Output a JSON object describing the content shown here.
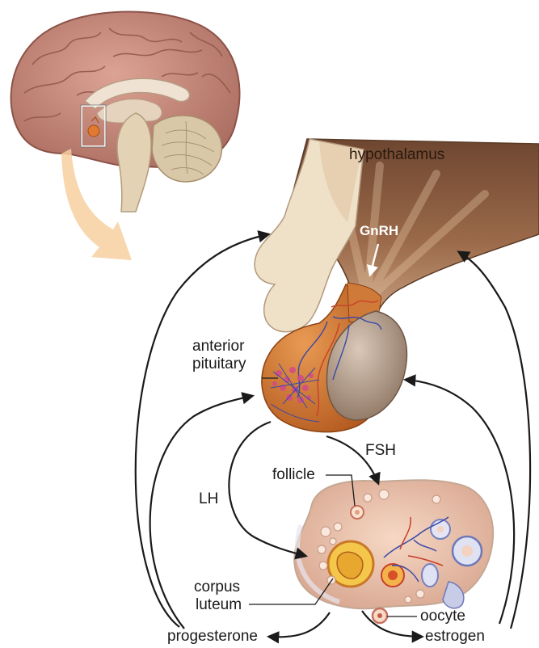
{
  "labels": {
    "hypothalamus": "hypothalamus",
    "gnrh": "GnRH",
    "anterior_line1": "anterior",
    "anterior_line2": "pituitary",
    "follicle": "follicle",
    "fsh": "FSH",
    "lh": "LH",
    "corpus_line1": "corpus",
    "corpus_line2": "luteum",
    "oocyte": "oocyte",
    "progesterone": "progesterone",
    "estrogen": "estrogen"
  },
  "colors": {
    "brain": "#c98b7e",
    "brainstem": "#e3d3b4",
    "hypothalamus": "#8a5a3c",
    "pituitary_anterior": "#c86a28",
    "pituitary_posterior": "#b39a86",
    "ovary": "#efc9b4",
    "highlight_arrow": "#f7cfa0",
    "arrows": "#1a1a1a"
  }
}
